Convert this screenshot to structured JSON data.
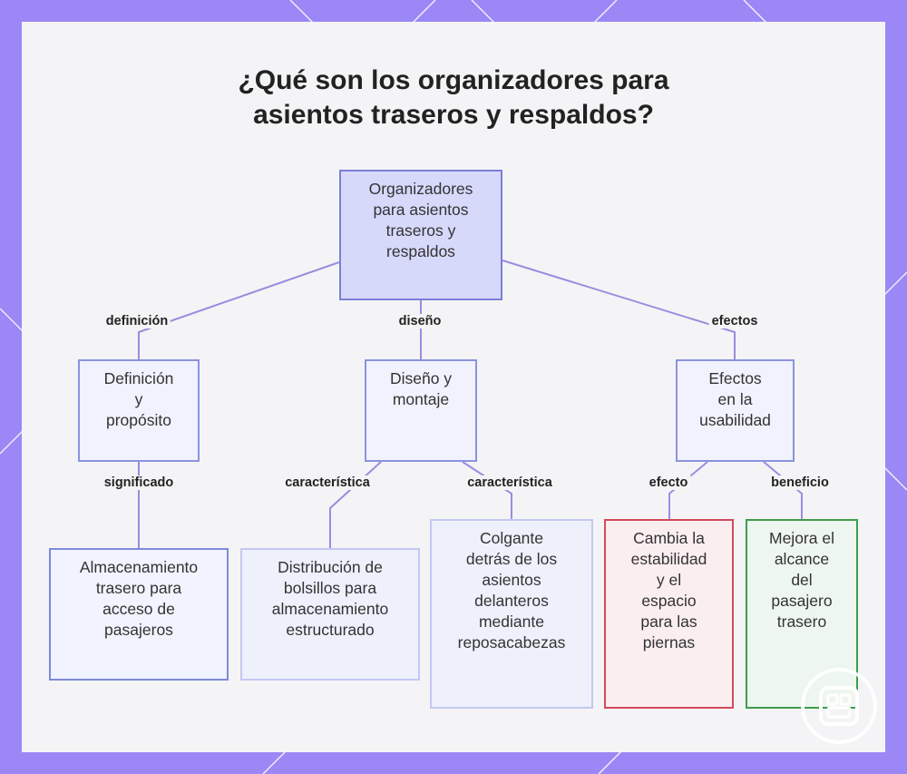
{
  "colors": {
    "background": "#9b87f5",
    "canvas": "#f4f4f6",
    "connector": "#9d8be0",
    "root_fill": "#d7d9fb",
    "red_border": "#d54a5a",
    "green_border": "#3f9d4c"
  },
  "title": {
    "line1": "¿Qué son los organizadores para",
    "line2": "asientos traseros y respaldos?"
  },
  "nodes": {
    "root": "Organizadores\npara asientos\ntraseros y\nrespaldos",
    "definicion": "Definición\ny\npropósito",
    "diseno": "Diseño y\nmontaje",
    "efectos": "Efectos\nen la\nusabilidad",
    "almacenamiento": "Almacenamiento\ntrasero para\nacceso de\npasajeros",
    "distribucion": "Distribución de\nbolsillos para\nalmacenamiento\nestructurado",
    "colgante": "Colgante\ndetrás de los\nasientos\ndelanteros\nmediante\nreposacabezas",
    "cambia": "Cambia la\nestabilidad\ny el\nespacio\npara las\npiernas",
    "mejora": "Mejora el\nalcance\ndel\npasajero\ntrasero"
  },
  "edge_labels": {
    "definicion": "definición",
    "diseno": "diseño",
    "efectos": "efectos",
    "significado": "significado",
    "caracteristica_1": "característica",
    "caracteristica_2": "característica",
    "efecto": "efecto",
    "beneficio": "beneficio"
  },
  "icons": {
    "watermark": "app-logo-icon"
  }
}
